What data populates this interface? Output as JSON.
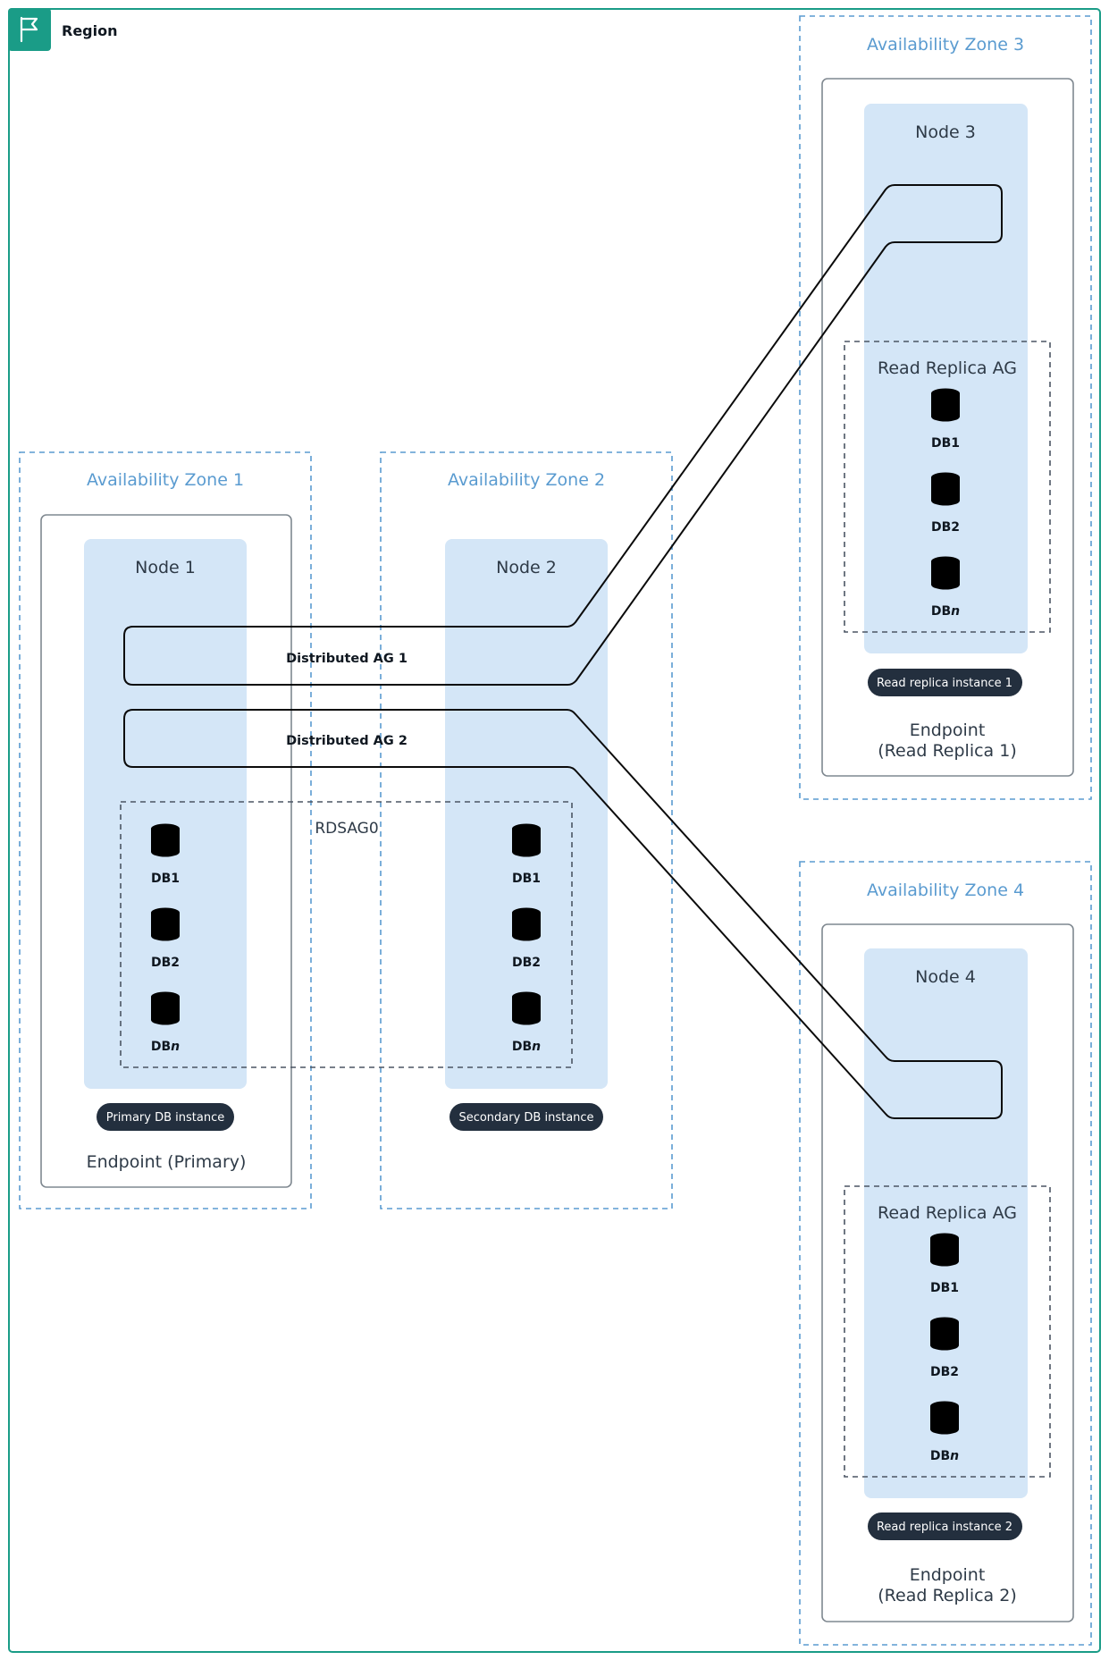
{
  "region": {
    "label": "Region",
    "color": "#1a9c87",
    "icon": "flag-icon"
  },
  "colors": {
    "az_border": "#5a9bd0",
    "node_fill": "#d4e6f7",
    "badge_fill": "#232f3e",
    "line": "#0b0b0b"
  },
  "availability_zones": [
    {
      "label": "Availability Zone 1"
    },
    {
      "label": "Availability Zone 2"
    },
    {
      "label": "Availability Zone 3"
    },
    {
      "label": "Availability Zone 4"
    }
  ],
  "nodes": [
    {
      "label": "Node 1"
    },
    {
      "label": "Node 2"
    },
    {
      "label": "Node 3"
    },
    {
      "label": "Node 4"
    }
  ],
  "rdsag0": {
    "label": "RDSAG0"
  },
  "distributed_ags": [
    {
      "label": "Distributed AG 1"
    },
    {
      "label": "Distributed AG 2"
    }
  ],
  "read_replica_ags": [
    {
      "label": "Read Replica AG"
    },
    {
      "label": "Read Replica AG"
    }
  ],
  "databases": {
    "node1": [
      "DB1",
      "DB2",
      "DB"
    ],
    "node2": [
      "DB1",
      "DB2",
      "DB"
    ],
    "replica1": [
      "DB1",
      "DB2",
      "DB"
    ],
    "replica2": [
      "DB1",
      "DB2",
      "DB"
    ],
    "n_suffix": "n"
  },
  "instances": [
    {
      "badge": "Primary DB instance",
      "endpoint_line1": "Endpoint (Primary)",
      "endpoint_line2": ""
    },
    {
      "badge": "Secondary DB instance"
    },
    {
      "badge": "Read replica instance 1",
      "endpoint_line1": "Endpoint",
      "endpoint_line2": "(Read Replica 1)"
    },
    {
      "badge": "Read replica instance 2",
      "endpoint_line1": "Endpoint",
      "endpoint_line2": "(Read Replica 2)"
    }
  ]
}
